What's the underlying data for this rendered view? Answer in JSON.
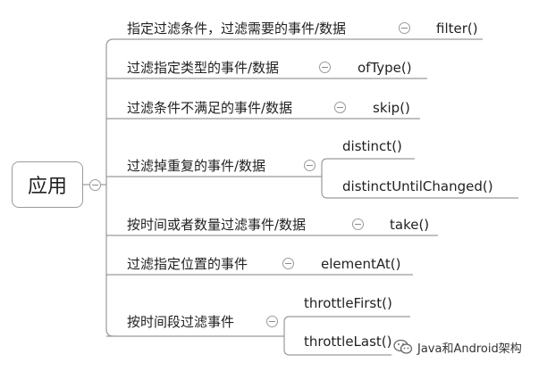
{
  "root": {
    "label": "应用"
  },
  "branches": [
    {
      "label": "指定过滤条件，过滤需要的事件/数据",
      "ops": [
        "filter()"
      ]
    },
    {
      "label": "过滤指定类型的事件/数据",
      "ops": [
        "ofType()"
      ]
    },
    {
      "label": "过滤条件不满足的事件/数据",
      "ops": [
        "skip()"
      ]
    },
    {
      "label": "过滤掉重复的事件/数据",
      "ops": [
        "distinct()",
        "distinctUntilChanged()"
      ]
    },
    {
      "label": "按时间或者数量过滤事件/数据",
      "ops": [
        "take()"
      ]
    },
    {
      "label": "过滤指定位置的事件",
      "ops": [
        "elementAt()"
      ]
    },
    {
      "label": "按时间段过滤事件",
      "ops": [
        "throttleFirst()",
        "throttleLast()"
      ]
    }
  ],
  "watermark": {
    "text": "Java和Android架构",
    "icon": "wechat-icon"
  },
  "colors": {
    "line": "#9a9a9a",
    "text": "#222222"
  }
}
